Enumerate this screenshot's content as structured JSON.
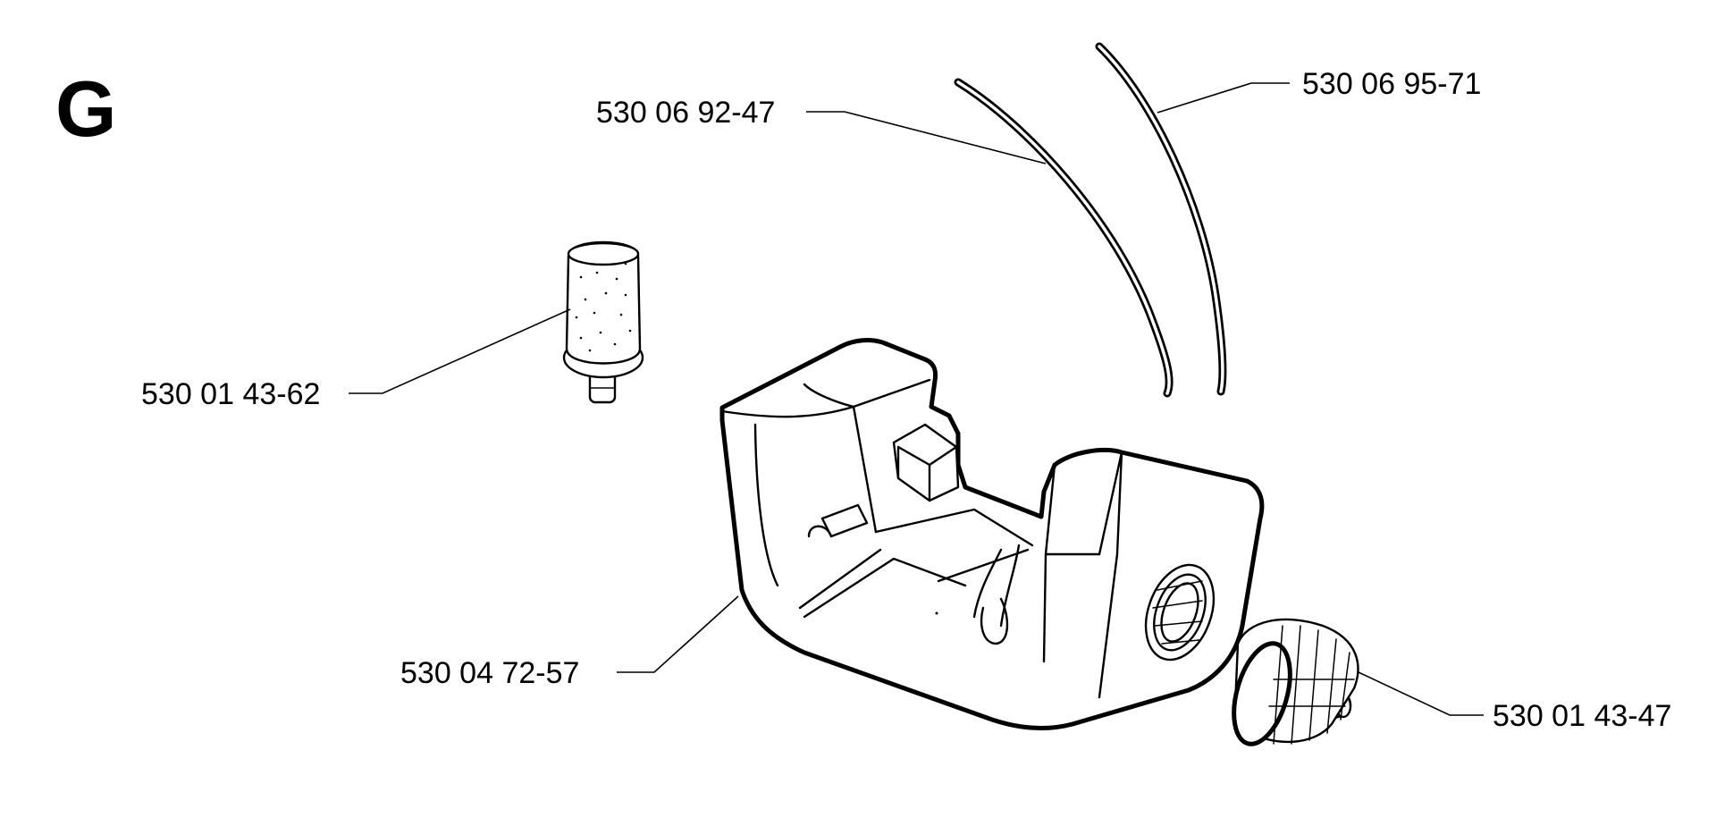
{
  "section_letter": "G",
  "parts": [
    {
      "id": "hose-large",
      "part_number": "530 06 92-47"
    },
    {
      "id": "hose-small",
      "part_number": "530 06 95-71"
    },
    {
      "id": "fuel-filter",
      "part_number": "530 01 43-62"
    },
    {
      "id": "oil-tank",
      "part_number": "530 04 72-57"
    },
    {
      "id": "tank-cap",
      "part_number": "530 01 43-47"
    }
  ]
}
